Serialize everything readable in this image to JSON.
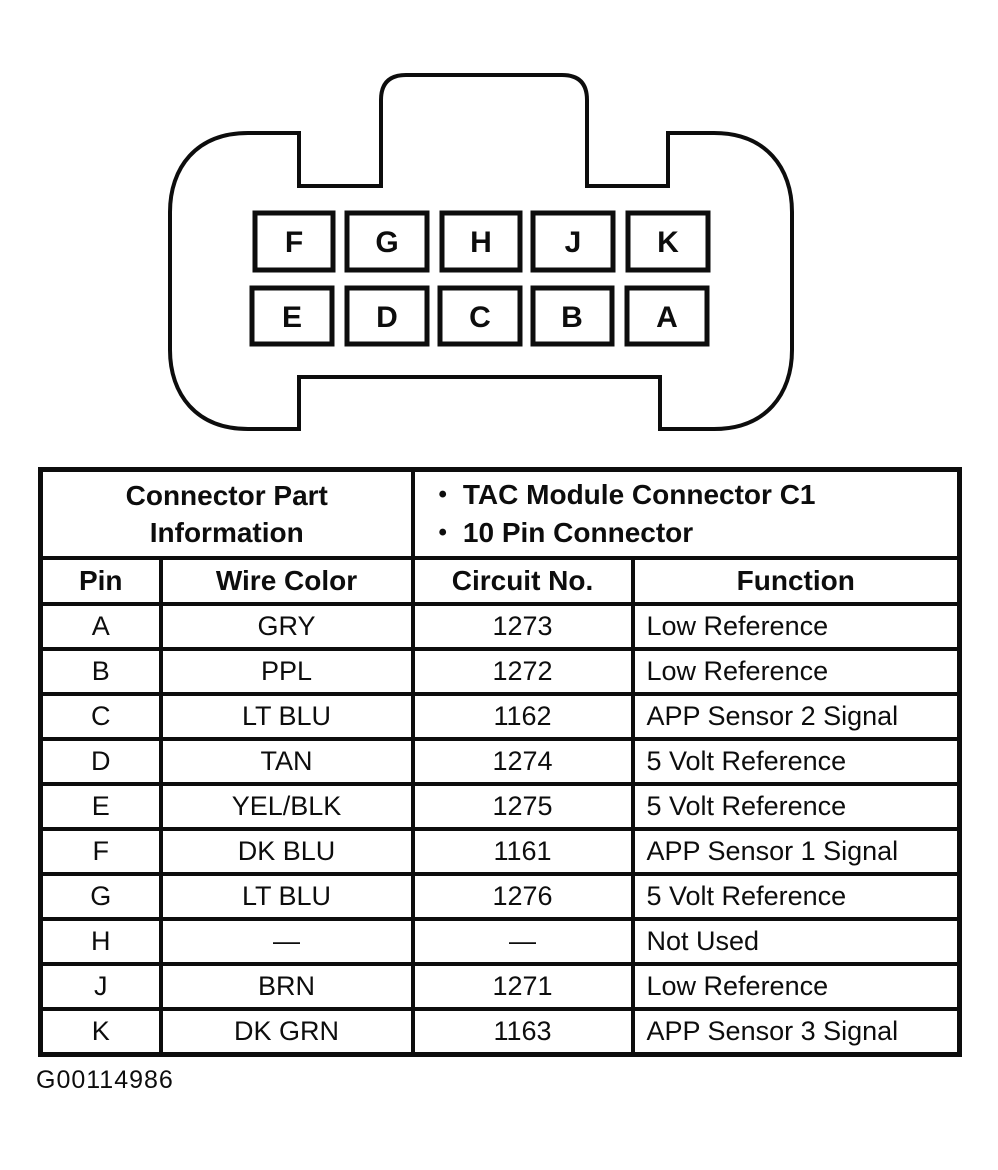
{
  "figure": {
    "id": "G00114986"
  },
  "colors": {
    "ink": "#0d0d0d",
    "background": "#ffffff"
  },
  "connector": {
    "description": "10 pin connector face view",
    "top_row_pins": [
      "F",
      "G",
      "H",
      "J",
      "K"
    ],
    "bottom_row_pins": [
      "E",
      "D",
      "C",
      "B",
      "A"
    ]
  },
  "table": {
    "part_info_header_line1": "Connector Part",
    "part_info_header_line2": "Information",
    "bullet": "•",
    "bullets": [
      "TAC Module Connector C1",
      "10 Pin Connector"
    ],
    "columns": [
      "Pin",
      "Wire Color",
      "Circuit No.",
      "Function"
    ],
    "rows": [
      {
        "pin": "A",
        "wire_color": "GRY",
        "circuit_no": "1273",
        "function": "Low Reference"
      },
      {
        "pin": "B",
        "wire_color": "PPL",
        "circuit_no": "1272",
        "function": "Low Reference"
      },
      {
        "pin": "C",
        "wire_color": "LT BLU",
        "circuit_no": "1162",
        "function": "APP Sensor 2 Signal"
      },
      {
        "pin": "D",
        "wire_color": "TAN",
        "circuit_no": "1274",
        "function": "5 Volt Reference"
      },
      {
        "pin": "E",
        "wire_color": "YEL/BLK",
        "circuit_no": "1275",
        "function": "5 Volt Reference"
      },
      {
        "pin": "F",
        "wire_color": "DK BLU",
        "circuit_no": "1161",
        "function": "APP Sensor 1 Signal"
      },
      {
        "pin": "G",
        "wire_color": "LT BLU",
        "circuit_no": "1276",
        "function": "5 Volt Reference"
      },
      {
        "pin": "H",
        "wire_color": "—",
        "circuit_no": "—",
        "function": "Not Used"
      },
      {
        "pin": "J",
        "wire_color": "BRN",
        "circuit_no": "1271",
        "function": "Low Reference"
      },
      {
        "pin": "K",
        "wire_color": "DK GRN",
        "circuit_no": "1163",
        "function": "APP Sensor 3 Signal"
      }
    ]
  }
}
